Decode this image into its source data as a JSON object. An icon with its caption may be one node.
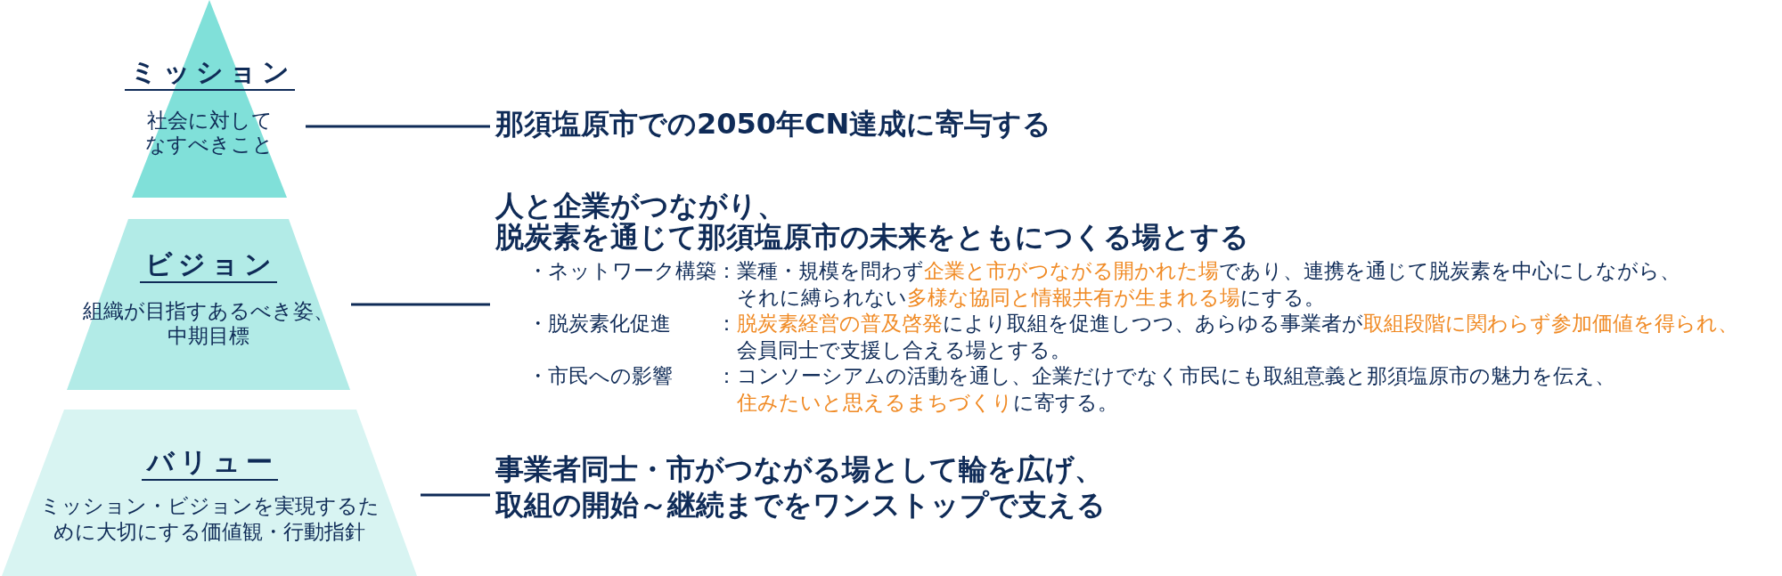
{
  "diagram": {
    "nodes": [
      {
        "text": [
          "ミッション",
          "社会に対してなすべきこと"
        ]
      },
      {
        "text": [
          "那須塩原市での2050年CN達成に寄与する"
        ]
      },
      {
        "text": [
          "ビジョン",
          "組織が目指すあるべき姿、中期目標"
        ]
      },
      {
        "text": [
          "人と企業がつながり、脱炭素を通じて那須塩原市の未来をともにつくる場とする",
          "・ネットワーク構築",
          "：業種・規模を問わず**企業と市がつながる開かれた場**であり、連携を通じて脱炭素を中心にしながら、それに縛られない**多様な協同と情報共有が生まれる場**にする。",
          "・脱炭素化促進",
          "：**脱炭素経営の普及啓発**により取組を促進しつつ、あらゆる事業者が**取組段階に関わらず参加価値を得られ、**会員同士で支援し合える場とする。",
          "・市民への影響",
          "：コンソーシアムの活動を通し、企業だけでなく市民にも取組意義と那須塩原市の魅力を伝え、**住みたいと思えるまちづくり**に寄する。"
        ]
      },
      {
        "text": [
          "バリュー",
          "ミッション・ビジョンを実現するために大切にする価値観・行動指針"
        ]
      },
      {
        "text": [
          "事業者同士・市がつながる場として輪を広げ、取組の開始～継続までをワンストップで支える"
        ]
      }
    ],
    "edges": [
      {
        "from": 0,
        "to": 1,
        "arrow": "none"
      },
      {
        "from": 2,
        "to": 3,
        "arrow": "none"
      },
      {
        "from": 4,
        "to": 5,
        "arrow": "none"
      }
    ]
  }
}
